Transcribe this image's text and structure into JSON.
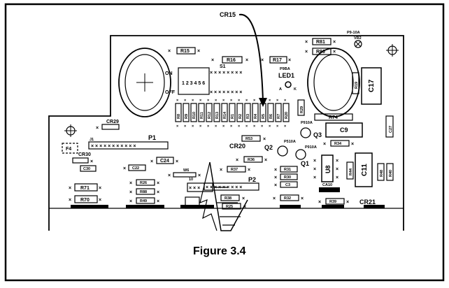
{
  "figure": {
    "caption": "Figure 3.4",
    "callout": "CR15"
  },
  "switch": {
    "label": "S1",
    "on": "ON",
    "off": "OFF",
    "positions": [
      "1",
      "2",
      "3",
      "4",
      "5",
      "6"
    ]
  },
  "components": {
    "r15": "R15",
    "r16": "R16",
    "r17": "R17",
    "r81": "R81",
    "r80": "R80",
    "p9_10a_top": "P9-10A",
    "vr2": "VR2",
    "p9ba": "P9BA",
    "led1": "LED1",
    "led_a": "A",
    "led_k": "K",
    "c17": "C17",
    "r19": "R19",
    "r29": "R29",
    "r74": "R74",
    "p910a_a": "P910A",
    "c9": "C9",
    "q3": "Q3",
    "c27": "C27",
    "cr29": "CR29",
    "p1": "P1",
    "j1": "J1",
    "f4": "F4",
    "cr30": "CR30",
    "c30": "C30",
    "c22": "C22",
    "c24": "C24",
    "w6": "W6",
    "r53": "R53",
    "cr20": "CR20",
    "q2": "Q2",
    "p510a": "P510A",
    "p910a_b": "P910A",
    "r34": "R34",
    "r36": "R36",
    "q1": "Q1",
    "r37": "R37",
    "r31": "R31",
    "r30": "R30",
    "c3": "C3",
    "u8": "U8",
    "r44": "R44",
    "r48": "R48",
    "r40": "R40",
    "c11": "C11",
    "ca10": "CA10",
    "r32": "R32",
    "r39": "R39",
    "cr21": "CR21",
    "r71": "R71",
    "r70": "R70",
    "r26": "R26",
    "r88": "R88",
    "r49": "R49",
    "j10": "10",
    "r38": "R38",
    "r25": "R25",
    "p2": "P2"
  },
  "resistor_array": [
    "R8",
    "R9",
    "R10",
    "R11",
    "R12",
    "R13",
    "R14",
    "R1",
    "R2",
    "R3",
    "R4",
    "R5",
    "R6",
    "R7",
    "R20"
  ]
}
